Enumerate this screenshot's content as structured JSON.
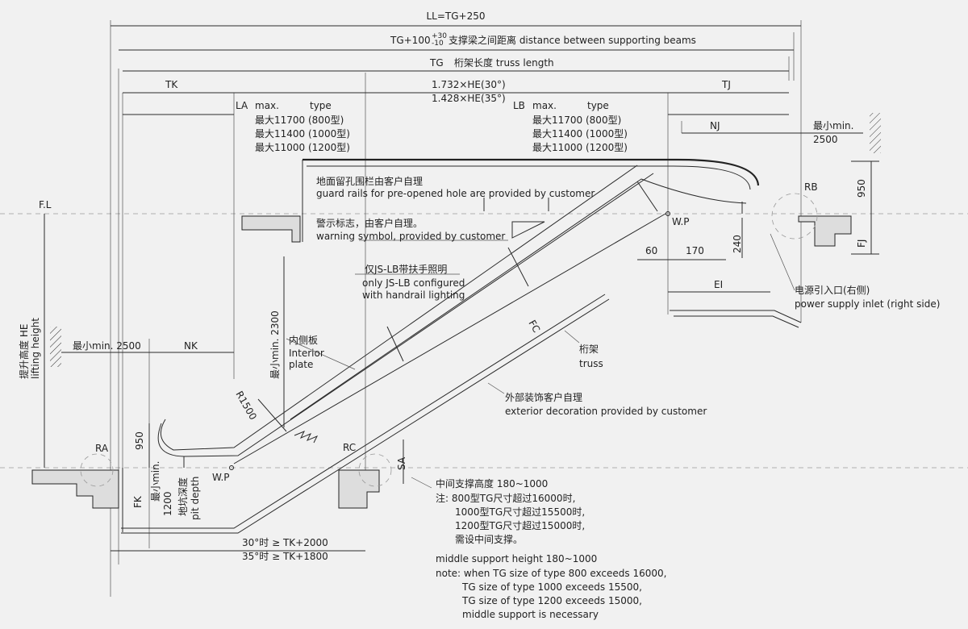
{
  "dimensions": {
    "ll": "LL=TG+250",
    "tg_support_prefix": "TG+100",
    "tg_support_tol_upper": "+30",
    "tg_support_tol_lower": "-10",
    "tg_support_label": "支撑梁之间距离  distance between supporting beams",
    "tg": "TG",
    "tg_label": "桁架长度  truss length",
    "tk": "TK",
    "tj": "TJ",
    "he30": "1.732×HE(30°)",
    "he35": "1.428×HE(35°)",
    "la": "LA",
    "lb": "LB",
    "max": "max.",
    "type": "type",
    "nj": "NJ",
    "nk": "NK",
    "ei": "EI",
    "fj": "FJ",
    "fk": "FK",
    "fc": "FC",
    "ra": "RA",
    "rb": "RB",
    "rc": "RC",
    "sa": "SA",
    "r1500": "R1500",
    "d950_left": "950",
    "d950_right": "950",
    "d240": "240",
    "d60": "60",
    "d170": "170",
    "fl": "F.L",
    "wp_upper": "W.P",
    "wp_lower": "W.P",
    "min2500_top_cn": "最小min.",
    "min2500_top_val": "2500",
    "min2500_left": "最小min. 2500",
    "min2300": "最小min. 2300",
    "pit_min": "最小min.",
    "pit_1200": "1200",
    "pit_depth_cn": "地坑深度",
    "pit_depth_en": "pit depth",
    "hoist_cn": "提升高度  HE",
    "hoist_en": "lifting height",
    "deg30": "30°时 ≥ TK+2000",
    "deg35": "35°时 ≥ TK+1800"
  },
  "la_list": [
    "最大11700 (800型)",
    "最大11400 (1000型)",
    "最大11000 (1200型)"
  ],
  "lb_list": [
    "最大11700 (800型)",
    "最大11400 (1000型)",
    "最大11000 (1200型)"
  ],
  "labels": {
    "guard_cn": "地面留孔围栏由客户自理",
    "guard_en": "guard rails for pre-opened hole are provided by customer",
    "warning_cn": "警示标志，由客户自理。",
    "warning_en": "warning symbol, provided by customer",
    "lighting_cn": "仅JS-LB带扶手照明",
    "lighting_en1": "only JS-LB configured",
    "lighting_en2": "with handrail lighting",
    "interior_cn": "内侧板",
    "interior_en1": "Interior",
    "interior_en2": "plate",
    "truss_cn": "桁架",
    "truss_en": "truss",
    "exterior_cn": "外部装饰客户自理",
    "exterior_en": "exterior decoration provided by customer",
    "power_cn": "电源引入口(右侧)",
    "power_en": "power supply inlet (right side)"
  },
  "notes": {
    "cn": [
      "中间支撑高度  180~1000",
      "注:   800型TG尺寸超过16000时,",
      "1000型TG尺寸超过15500时,",
      "1200型TG尺寸超过15000时,",
      "需设中间支撑。"
    ],
    "en": [
      "middle support height 180~1000",
      "note: when TG size of type 800 exceeds 16000,",
      "TG size of type 1000 exceeds 15500,",
      "TG size of type 1200 exceeds 15000,",
      "middle support is necessary"
    ]
  }
}
